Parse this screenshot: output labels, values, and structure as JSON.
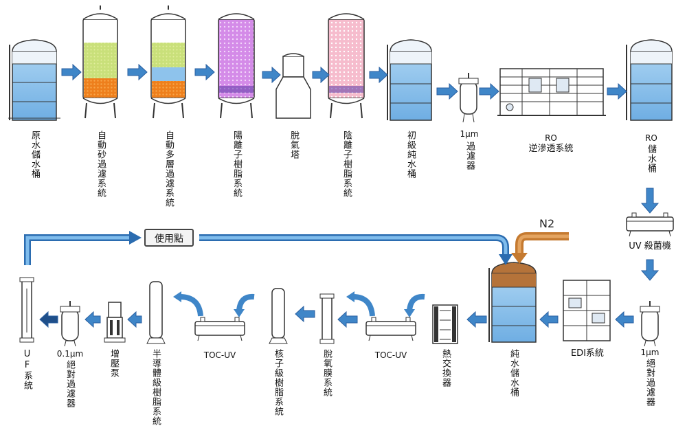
{
  "colors": {
    "arrow": "#3f86c8",
    "arrow_dark": "#2a5fa0",
    "n2_arrow": "#c57a30",
    "water": "#8ec3ec",
    "resin_pink": "#f6bccd",
    "resin_purple": "#d48be8",
    "sand": "#c9e07a",
    "gravel": "#ee7f1c",
    "tank_top": "#b5733a"
  },
  "top_row": {
    "raw_tank": "原水儲水桶",
    "sand_filter": "自動砂過濾系統",
    "multi_filter": "自動多層過濾系統",
    "cation_resin": "陽離子樹脂系統",
    "degasser": "脫氣塔",
    "anion_resin": "陰離子樹脂系統",
    "primary_tank": "初級純水桶",
    "filter_1um": {
      "top": "1μm",
      "bottom": "過濾器"
    },
    "ro_system": {
      "top": "RO",
      "bottom": "逆滲透系統"
    },
    "ro_tank": {
      "top": "RO",
      "bottom": "儲水桶"
    }
  },
  "uv_sterilizer": "UV 殺菌機",
  "use_point": "使用點",
  "n2": "N2",
  "bottom_row": {
    "abs_filter_1um": {
      "top": "1μm",
      "bottom": "絕對過濾器"
    },
    "edi": "EDI系統",
    "pure_tank": "純水儲水桶",
    "heat_exchanger": "熱交換器",
    "toc_uv_1": "TOC-UV",
    "degas_membrane": "脫氧膜系統",
    "nuclear_resin": "核子級樹脂系統",
    "toc_uv_2": "TOC-UV",
    "semi_resin": "半導體級樹脂系統",
    "booster_pump": "增壓泵",
    "abs_filter_01um": {
      "top": "0.1μm",
      "bottom": "絕對過濾器"
    },
    "uf": "UF系統"
  }
}
